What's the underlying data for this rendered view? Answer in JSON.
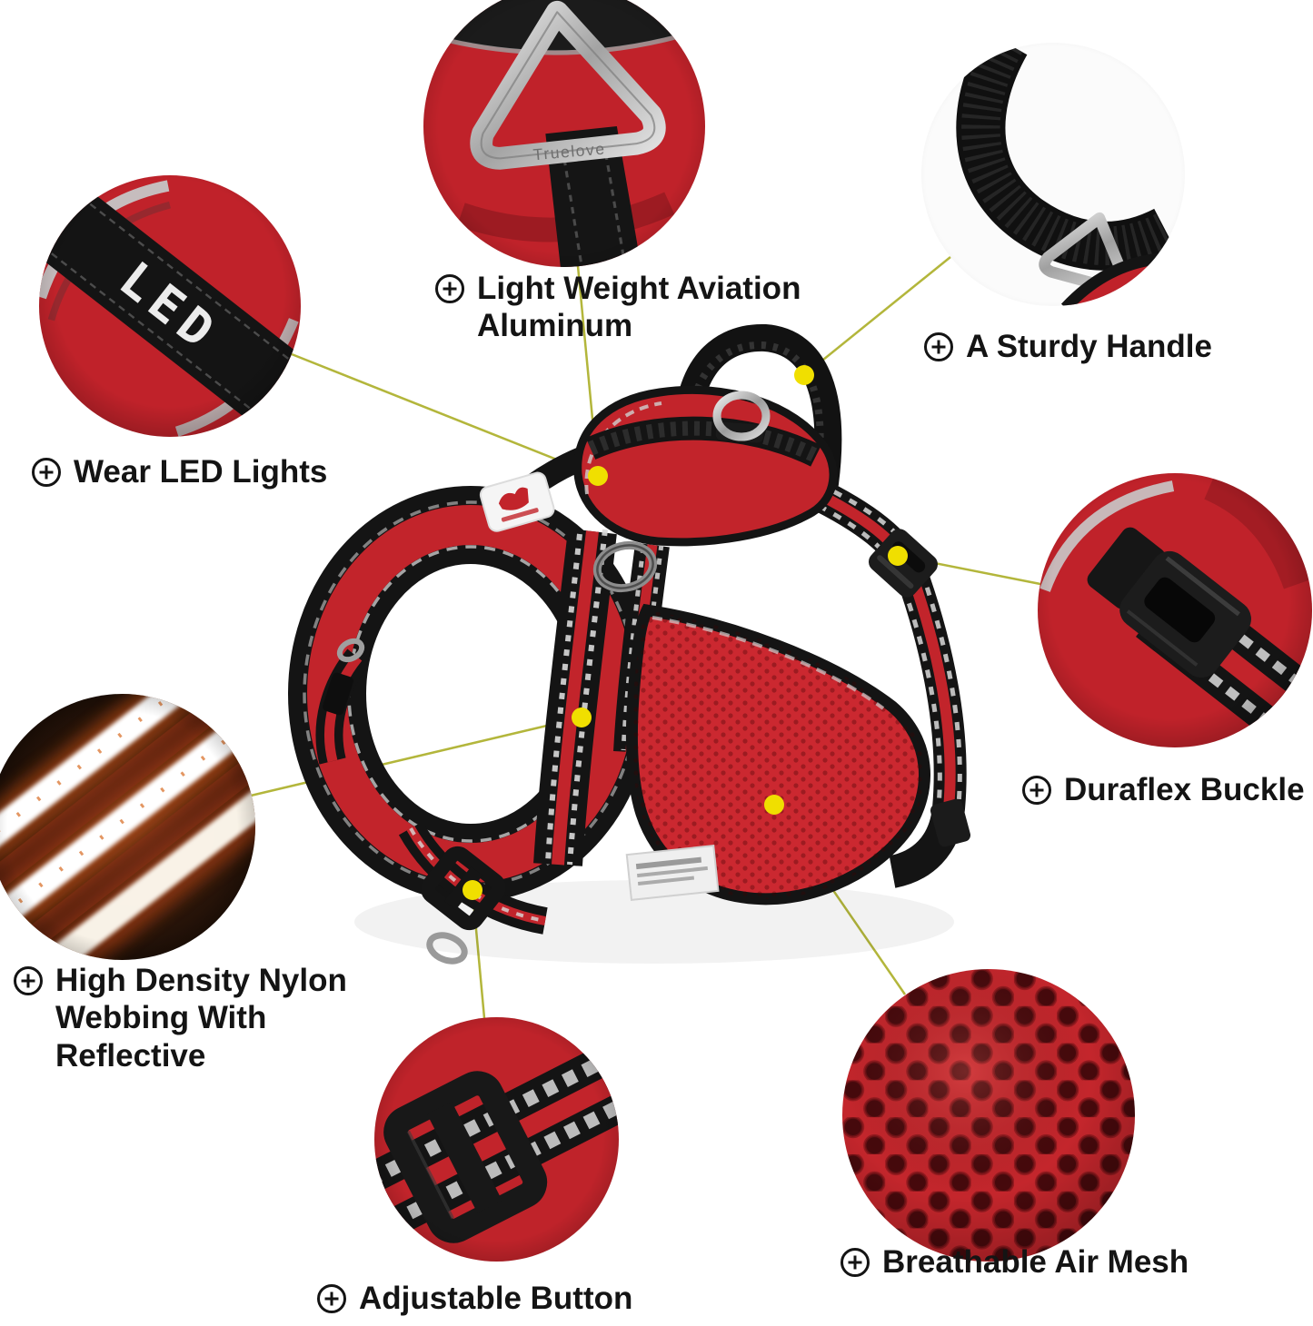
{
  "product": {
    "brand": "Truelove",
    "led_strap_text": "LED"
  },
  "features": [
    {
      "id": "aluminum",
      "label": "Light Weight Aviation Aluminum",
      "icon": "plus-circle-icon",
      "photo": "aluminum-ring-closeup"
    },
    {
      "id": "handle",
      "label": "A Sturdy Handle",
      "icon": "plus-circle-icon",
      "photo": "handle-closeup"
    },
    {
      "id": "led",
      "label": "Wear LED Lights",
      "icon": "plus-circle-icon",
      "photo": "led-webbing-closeup"
    },
    {
      "id": "buckle",
      "label": "Duraflex Buckle",
      "icon": "plus-circle-icon",
      "photo": "duraflex-buckle-closeup"
    },
    {
      "id": "webbing",
      "label": "High Density Nylon Webbing With Reflective",
      "icon": "plus-circle-icon",
      "photo": "reflective-webbing-closeup"
    },
    {
      "id": "mesh",
      "label": "Breathable Air Mesh",
      "icon": "plus-circle-icon",
      "photo": "air-mesh-closeup"
    },
    {
      "id": "adjust",
      "label": "Adjustable Button",
      "icon": "plus-circle-icon",
      "photo": "adjustable-slider-closeup"
    }
  ],
  "colors": {
    "harness_red": "#c2242b",
    "strap_black": "#141414",
    "callout_line": "#b3b63b",
    "callout_dot": "#f0df00",
    "label_text": "#141414",
    "background": "#ffffff"
  }
}
